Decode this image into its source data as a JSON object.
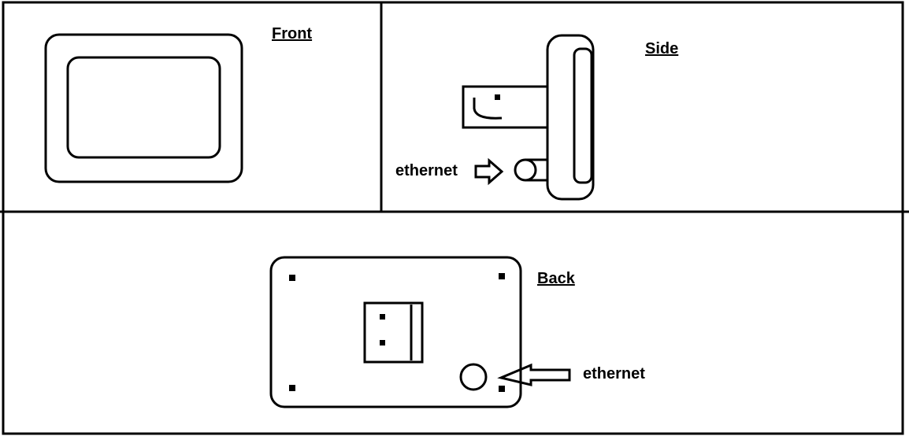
{
  "labels": {
    "front": "Front",
    "side": "Side",
    "back": "Back",
    "side_port": "ethernet",
    "back_port": "ethernet"
  },
  "colors": {
    "ink": "#000000",
    "background": "#ffffff"
  }
}
